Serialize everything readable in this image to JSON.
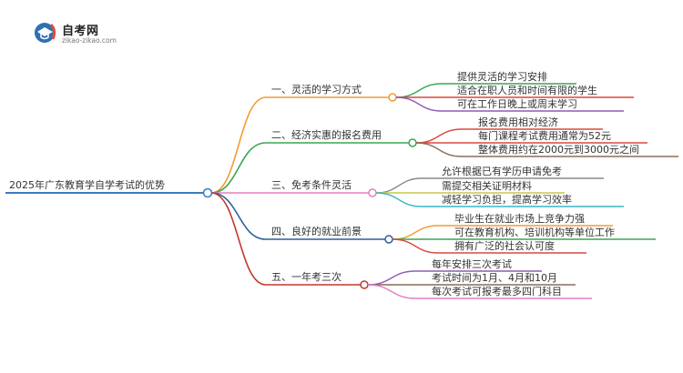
{
  "logo": {
    "title": "自考网",
    "subtitle": "zikao-zikao.com",
    "icon": "graduation-cap-icon"
  },
  "mindmap": {
    "root": {
      "label": "2025年广东教育学自学考试的优势",
      "color": "#3b7bbf"
    },
    "branches": [
      {
        "label": "一、灵活的学习方式",
        "color": "#f39c34",
        "children": [
          {
            "label": "提供灵活的学习安排",
            "color": "#3aa655"
          },
          {
            "label": "适合在职人员和时间有限的学生",
            "color": "#d9493f"
          },
          {
            "label": "可在工作日晚上或周末学习",
            "color": "#8e5cb8"
          }
        ]
      },
      {
        "label": "二、经济实惠的报名费用",
        "color": "#3aa655",
        "children": [
          {
            "label": "报名费用相对经济",
            "color": "#d9493f"
          },
          {
            "label": "每门课程考试费用通常为52元",
            "color": "#d9493f"
          },
          {
            "label": "整体费用约在2000元到3000元之间",
            "color": "#8a6d5a"
          }
        ]
      },
      {
        "label": "三、免考条件灵活",
        "color": "#e57ec0",
        "children": [
          {
            "label": "允许根据已有学历申请免考",
            "color": "#8a8a8a"
          },
          {
            "label": "需提交相关证明材料",
            "color": "#c9c94a"
          },
          {
            "label": "减轻学习负担，提高学习效率",
            "color": "#3ab6c6"
          }
        ]
      },
      {
        "label": "四、良好的就业前景",
        "color": "#2d5f9a",
        "children": [
          {
            "label": "毕业生在就业市场上竞争力强",
            "color": "#f39c34"
          },
          {
            "label": "可在教育机构、培训机构等单位工作",
            "color": "#3aa655"
          },
          {
            "label": "拥有广泛的社会认可度",
            "color": "#d9493f"
          }
        ]
      },
      {
        "label": "五、一年考三次",
        "color": "#c0392b",
        "children": [
          {
            "label": "每年安排三次考试",
            "color": "#8e5cb8"
          },
          {
            "label": "考试时间为1月、4月和10月",
            "color": "#8a6d5a"
          },
          {
            "label": "每次考试可报考最多四门科目",
            "color": "#e57ec0"
          }
        ]
      }
    ]
  }
}
